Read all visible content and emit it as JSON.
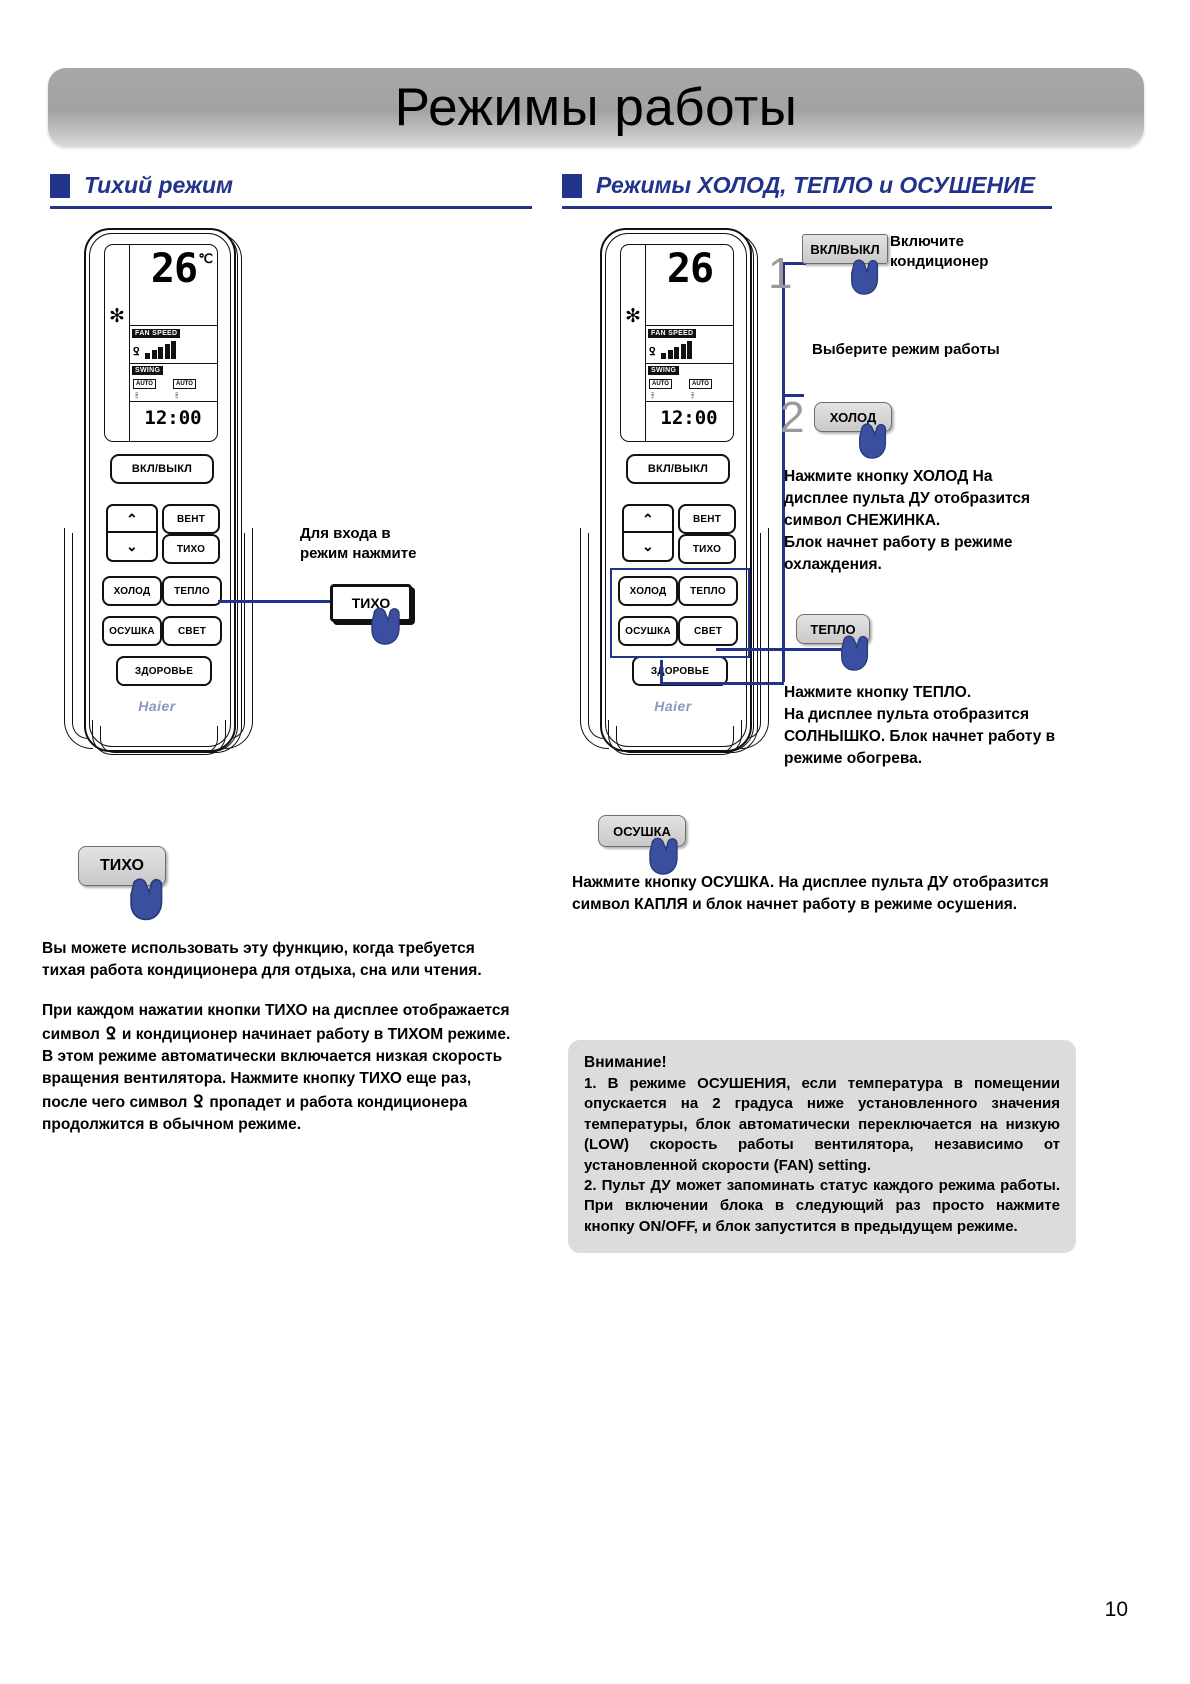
{
  "document": {
    "title": "Режимы работы",
    "page_number": "10"
  },
  "sections": {
    "left": {
      "heading": "Тихий режим"
    },
    "right": {
      "heading": "Режимы ХОЛОД, ТЕПЛО и ОСУШЕНИЕ"
    }
  },
  "remote": {
    "brand": "Haier",
    "display": {
      "temperature": "26",
      "temp_unit": "℃",
      "mode_icon": "snowflake-icon",
      "fan_speed_label": "FAN SPEED",
      "swing_label": "SWING",
      "swing_auto_left": "AUTO",
      "swing_auto_right": "AUTO",
      "clock": "12:00"
    },
    "buttons": {
      "onoff": "ВКЛ/ВЫКЛ",
      "up": "⌃",
      "down": "⌄",
      "fan": "ВЕНТ",
      "quiet": "ТИХО",
      "cool": "ХОЛОД",
      "heat": "ТЕПЛО",
      "dry": "ОСУШКА",
      "light": "СВЕТ",
      "health": "ЗДОРОВЬЕ"
    }
  },
  "left_column": {
    "callout_hint_line1": "Для входа в",
    "callout_hint_line2": "режим нажмите",
    "callout_button": "ТИХО",
    "big_button": "ТИХО",
    "paragraph_1": "Вы можете использовать эту функцию, когда требуется тихая работа  кондиционера для отдыха, сна или чтения.",
    "paragraph_2_part1": "При каждом нажатии кнопки ТИХО на дисплее отображается символ",
    "paragraph_2_part2": "и кондиционер начинает работу в ТИХОМ режиме. В  этом режиме автоматически включается низкая  скорость вращения вентилятора. Нажмите  кнопку ТИХО еще  раз, после чего символ",
    "paragraph_2_part3": "пропадет и работа  кондиционера продолжится в обычном режиме."
  },
  "right_column": {
    "step1_number": "1",
    "step1_button": "ВКЛ/ВЫКЛ",
    "step1_text_line1": "Включите",
    "step1_text_line2": "кондиционер",
    "select_mode_text": "Выберите режим работы",
    "step2_number": "2",
    "step2_button": "ХОЛОД",
    "cool_description": "Нажмите кнопку ХОЛОД На дисплее пульта ДУ отобразится символ СНЕЖИНКА.\nБлок начнет работу в режиме охлаждения.",
    "heat_button": "ТЕПЛО",
    "heat_description": "Нажмите кнопку ТЕПЛО.\nНа дисплее пульта отобразится СОЛНЫШКО. Блок начнет работу в режиме обогрева.",
    "dry_button": "ОСУШКА",
    "dry_description": "Нажмите кнопку ОСУШКА. На дисплее пульта ДУ отобразится символ КАПЛЯ и блок начнет работу в режиме осушения."
  },
  "warning": {
    "title": "Внимание!",
    "item1": "1.   В режиме ОСУШЕНИЯ, если температура в помещении опускается на 2 градуса ниже установленного значения температуры, блок автоматически переключается на низкую (LOW) скорость работы вентилятора, независимо от установленной скорости (FAN) setting.",
    "item2": "2.   Пульт ДУ может запоминать статус каждого режима работы. При включении блока в следующий раз просто нажмите кнопку ON/OFF, и блок запустится в предыдущем режиме."
  },
  "colors": {
    "accent_blue": "#22338c",
    "hand_blue": "#3b4fa0",
    "banner_grey": "#a8a8a8",
    "warn_grey": "#dcdcdc"
  }
}
